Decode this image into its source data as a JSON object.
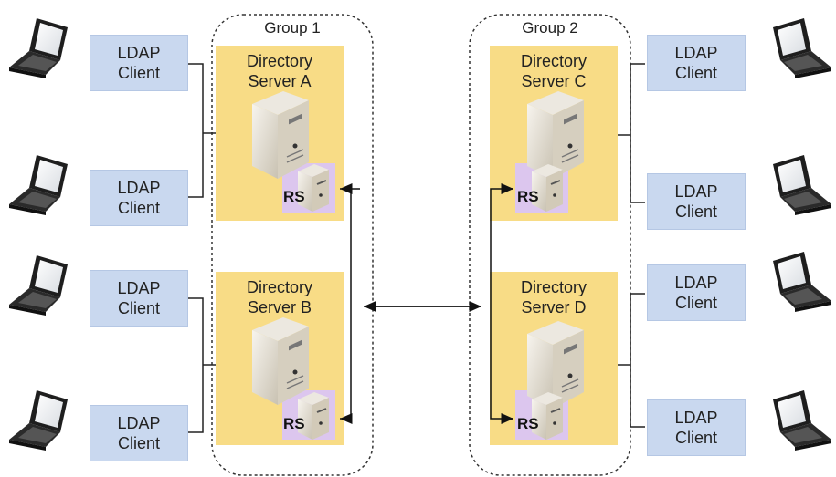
{
  "groups": [
    {
      "title": "Group 1"
    },
    {
      "title": "Group 2"
    }
  ],
  "servers": [
    {
      "label": "Directory\nServer A"
    },
    {
      "label": "Directory\nServer B"
    },
    {
      "label": "Directory\nServer C"
    },
    {
      "label": "Directory\nServer D"
    }
  ],
  "rs_label": "RS",
  "clients": [
    {
      "label": "LDAP\nClient"
    },
    {
      "label": "LDAP\nClient"
    },
    {
      "label": "LDAP\nClient"
    },
    {
      "label": "LDAP\nClient"
    },
    {
      "label": "LDAP\nClient"
    },
    {
      "label": "LDAP\nClient"
    },
    {
      "label": "LDAP\nClient"
    },
    {
      "label": "LDAP\nClient"
    }
  ],
  "colors": {
    "client_box": "#c9d8ef",
    "server_bg": "#f8dc86",
    "rs_bg": "#dcc6ee",
    "line": "#222222"
  },
  "icons": [
    "laptop-icon",
    "server-tower-icon",
    "replication-server-icon"
  ]
}
